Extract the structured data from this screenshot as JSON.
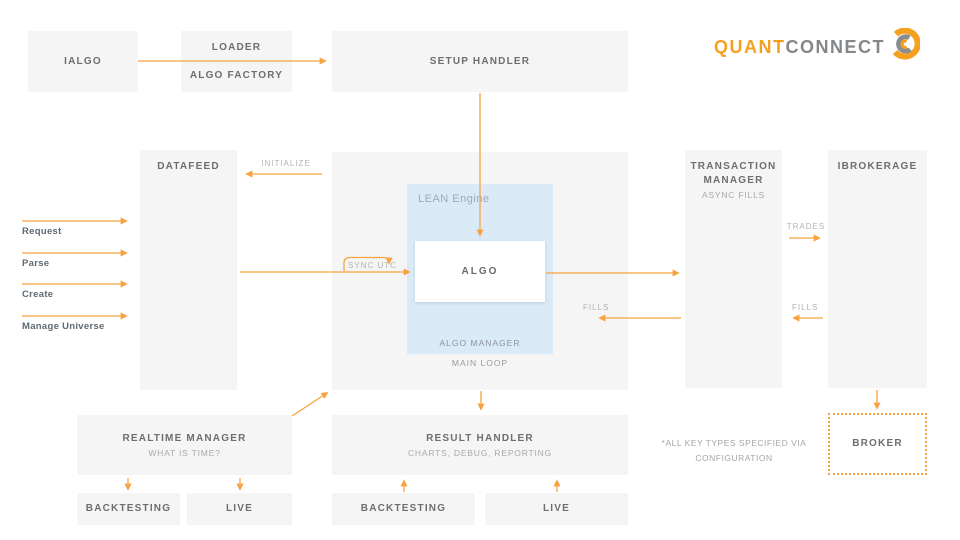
{
  "colors": {
    "orange": "#f6a340",
    "box_gray": "#f5f5f6",
    "lean_blue": "#dbeaf7",
    "logo_orange": "#f6a01f",
    "logo_gray": "#84878a"
  },
  "logo": {
    "quant": "QUANT",
    "connect": "CONNECT"
  },
  "top": {
    "ialgo": "IALGO",
    "loader": "LOADER",
    "algo_factory": "ALGO FACTORY",
    "setup_handler": "SETUP HANDLER"
  },
  "left": {
    "datafeed": "DATAFEED",
    "initialize": "INITIALIZE",
    "request": "Request",
    "parse": "Parse",
    "create": "Create",
    "manage_universe": "Manage Universe"
  },
  "center": {
    "lean_engine": "LEAN Engine",
    "algo": "ALGO",
    "sync_utc": "SYNC UTC",
    "algo_manager": "ALGO MANAGER",
    "main_loop": "MAIN LOOP",
    "fills": "FILLS"
  },
  "right": {
    "transaction_manager_line1": "TRANSACTION",
    "transaction_manager_line2": "MANAGER",
    "async_fills": "ASYNC FILLS",
    "ibrokerage": "IBROKERAGE",
    "trades": "TRADES",
    "fills": "FILLS",
    "broker": "BROKER",
    "note_line1": "*ALL KEY TYPES SPECIFIED VIA",
    "note_line2": "CONFIGURATION"
  },
  "bottom": {
    "realtime_manager": "REALTIME MANAGER",
    "what_is_time": "WHAT IS TIME?",
    "result_handler": "RESULT HANDLER",
    "charts_debug_reporting": "CHARTS, DEBUG, REPORTING",
    "backtesting_left": "BACKTESTING",
    "live_left": "LIVE",
    "backtesting_center": "BACKTESTING",
    "live_center": "LIVE"
  }
}
